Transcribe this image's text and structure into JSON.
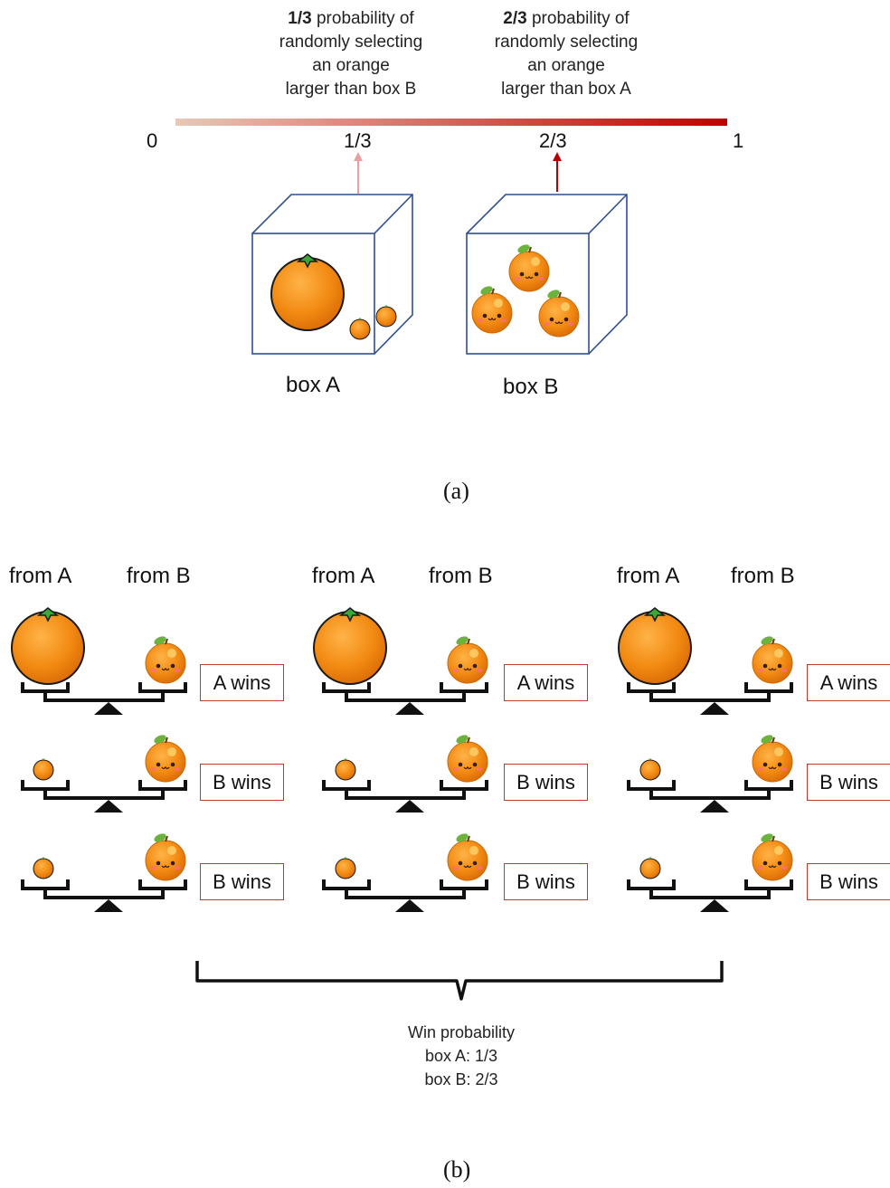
{
  "panel_a": {
    "caption_left": {
      "bold": "1/3",
      "line1_rest": " probability of",
      "line2": "randomly selecting",
      "line3": "an orange",
      "line4": "larger than box B"
    },
    "caption_right": {
      "bold": "2/3",
      "line1_rest": " probability of",
      "line2": "randomly selecting",
      "line3": "an orange",
      "line4": "larger than box A"
    },
    "scale": {
      "min_label": "0",
      "third_label": "1/3",
      "two_third_label": "2/3",
      "max_label": "1",
      "gradient_start": "#e8c4b0",
      "gradient_end": "#c00000"
    },
    "box_a_label": "box A",
    "box_b_label": "box B",
    "sublabel": "(a)"
  },
  "panel_b": {
    "columns": [
      {
        "from_a": "from A",
        "from_b": "from B",
        "results": [
          "A wins",
          "B wins",
          "B wins"
        ]
      },
      {
        "from_a": "from A",
        "from_b": "from B",
        "results": [
          "A wins",
          "B wins",
          "B wins"
        ]
      },
      {
        "from_a": "from A",
        "from_b": "from B",
        "results": [
          "A wins",
          "B wins",
          "B wins"
        ]
      }
    ],
    "summary": {
      "title": "Win probability",
      "line_a": "box A: 1/3",
      "line_b": "box B: 2/3"
    },
    "sublabel": "(b)"
  },
  "colors": {
    "orange": "#f08a10",
    "leaf": "#3fa33a",
    "box_edge": "#2f4f8f",
    "win_border": "#c0392b"
  }
}
